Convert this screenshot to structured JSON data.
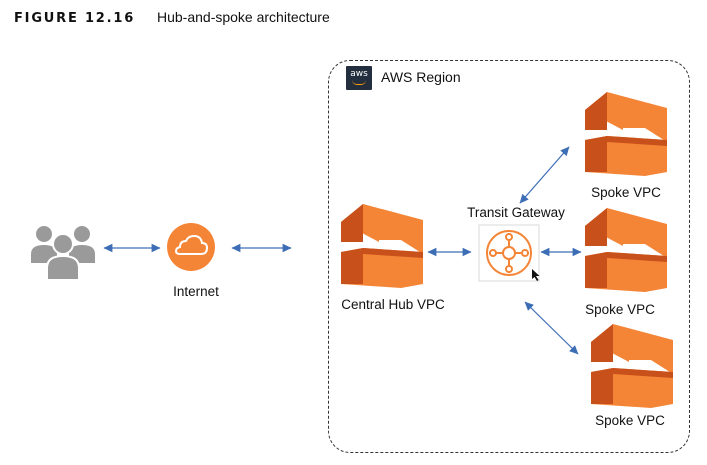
{
  "figure": {
    "number": "FIGURE 12.16",
    "title": "Hub-and-spoke architecture"
  },
  "region": {
    "badge": "aws",
    "label": "AWS Region"
  },
  "nodes": {
    "internet": "Internet",
    "hub": "Central Hub VPC",
    "transit": "Transit Gateway",
    "spoke_top": "Spoke VPC",
    "spoke_middle": "Spoke VPC",
    "spoke_bottom": "Spoke VPC"
  },
  "colors": {
    "orange": "#f58536",
    "orange_dark": "#c8511b",
    "arrow": "#3c6db5",
    "users": "#9a9a9a"
  }
}
